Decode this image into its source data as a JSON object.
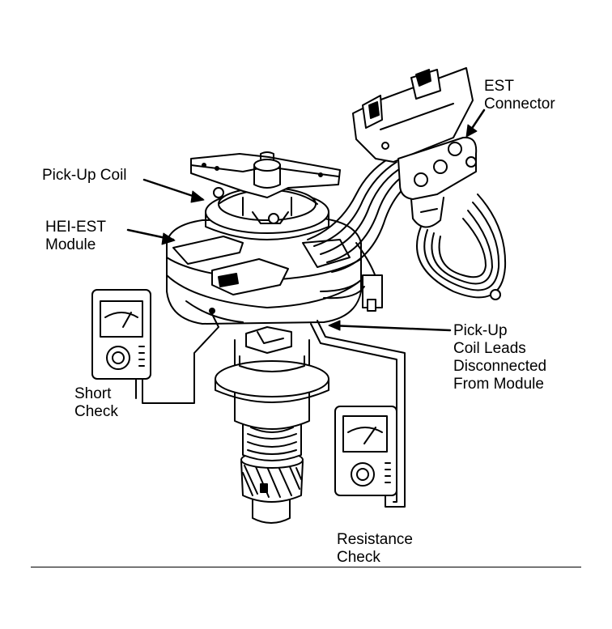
{
  "labels": {
    "est_connector": [
      "EST",
      "Connector"
    ],
    "pickup_coil": [
      "Pick-Up Coil"
    ],
    "hei_est_module": [
      "HEI-EST",
      "Module"
    ],
    "pickup_coil_leads": [
      "Pick-Up",
      "Coil Leads",
      "Disconnected",
      "From Module"
    ],
    "short_check": [
      "Short",
      "Check"
    ],
    "resistance_check": [
      "Resistance",
      "Check"
    ]
  },
  "colors": {
    "ink": "#000000",
    "paper": "#ffffff"
  }
}
